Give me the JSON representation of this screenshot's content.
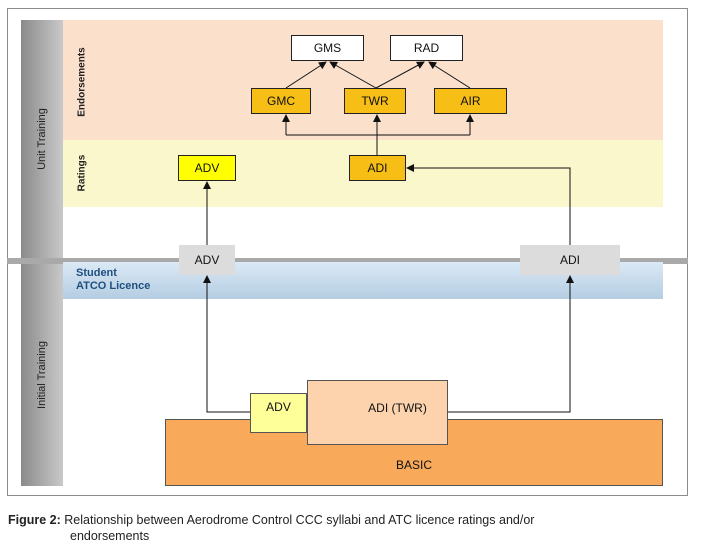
{
  "colors": {
    "endorsements_band": "#fbe0cc",
    "ratings_band": "#fbf7cc",
    "orange_box": "#f7be16",
    "yellow_box": "#ffff00",
    "basic_box": "#f8a95a",
    "adi_twr_box": "#fcd3ad",
    "grey_box": "#dcdcdc"
  },
  "sidebar": {
    "unit_training": "Unit Training",
    "initial_training": "Initial Training"
  },
  "bands": {
    "endorsements": "Endorsements",
    "ratings": "Ratings",
    "licence_line1": "Student",
    "licence_line2": "ATCO Licence"
  },
  "boxes": {
    "gms": "GMS",
    "rad": "RAD",
    "gmc": "GMC",
    "twr": "TWR",
    "air": "AIR",
    "adv_rating": "ADV",
    "adi_rating": "ADI",
    "adv_licence": "ADV",
    "adi_licence": "ADI",
    "adv_initial": "ADV",
    "adi_twr_initial": "ADI (TWR)",
    "basic": "BASIC"
  },
  "caption": {
    "label": "Figure 2:",
    "text_line1": "Relationship between Aerodrome Control CCC syllabi and ATC licence ratings and/or",
    "text_line2": "endorsements"
  }
}
